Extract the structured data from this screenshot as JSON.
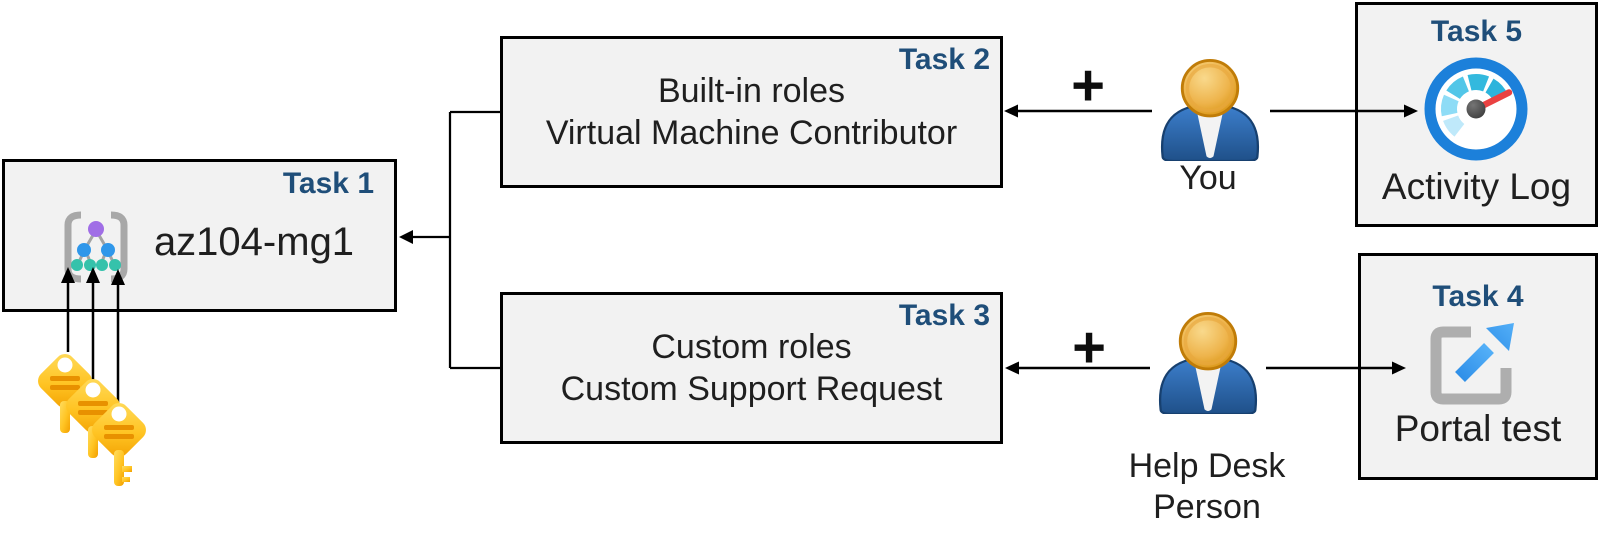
{
  "boxes": {
    "task1": {
      "tag": "Task 1",
      "name": "az104-mg1"
    },
    "task2": {
      "tag": "Task 2",
      "line1": "Built-in roles",
      "line2": "Virtual Machine Contributor"
    },
    "task3": {
      "tag": "Task 3",
      "line1": "Custom roles",
      "line2": "Custom Support Request"
    },
    "task4": {
      "tag": "Task 4",
      "caption": "Portal test"
    },
    "task5": {
      "tag": "Task 5",
      "caption": "Activity Log"
    }
  },
  "actors": {
    "you": {
      "label": "You"
    },
    "help_desk": {
      "label_line1": "Help Desk",
      "label_line2": "Person"
    }
  },
  "operators": {
    "plus_top": "+",
    "plus_bottom": "+"
  },
  "icons": {
    "task1": "management-group-icon",
    "task1_sources": "key-icon",
    "task5": "activity-log-gauge-icon",
    "task4": "portal-launch-icon",
    "actors": "person-icon"
  },
  "colors": {
    "box_fill": "#f2f2f2",
    "box_border": "#000000",
    "task_tag_text": "#1f4e79",
    "body_text": "#1f1f1f",
    "connector": "#000000",
    "gauge_ring": "#1c80da",
    "gauge_needle": "#ea4141",
    "gauge_segment_dark": "#2cb4dc",
    "gauge_segment_light": "#bfe9fa",
    "portal_frame": "#aeaeae",
    "portal_arrow": "#3d9ff2",
    "key_gold": "#ffc423",
    "key_detail": "#e89100",
    "person_body": "#2e6db4",
    "person_head": "#e8a83e"
  }
}
